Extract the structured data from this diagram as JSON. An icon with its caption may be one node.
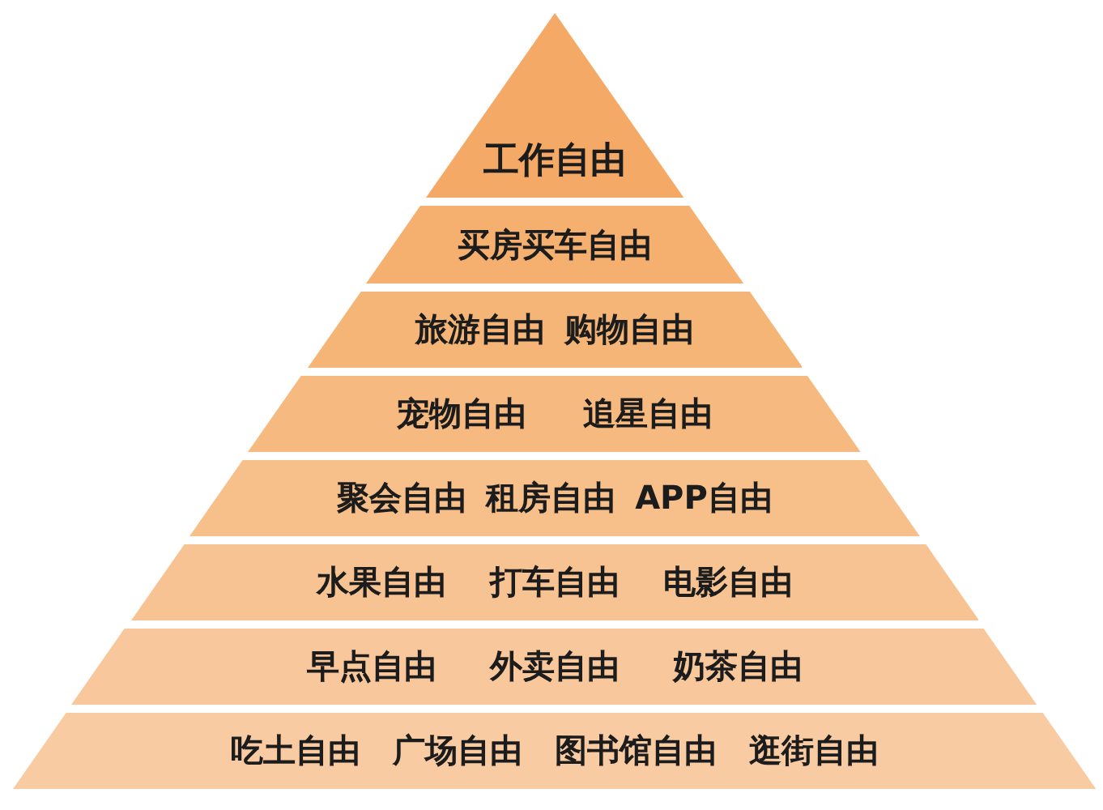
{
  "diagram": {
    "nodes": [
      {
        "text": [
          "工作自由"
        ]
      },
      {
        "text": [
          "买房买车自由"
        ]
      },
      {
        "text": [
          "旅游自由",
          "购物自由"
        ]
      },
      {
        "text": [
          "宠物自由",
          "追星自由"
        ]
      },
      {
        "text": [
          "聚会自由",
          "租房自由",
          "APP自由"
        ]
      },
      {
        "text": [
          "水果自由",
          "打车自由",
          "电影自由"
        ]
      },
      {
        "text": [
          "早点自由",
          "外卖自由",
          "奶茶自由"
        ]
      },
      {
        "text": [
          "吃土自由",
          "广场自由",
          "图书馆自由",
          "逛街自由"
        ]
      }
    ]
  }
}
